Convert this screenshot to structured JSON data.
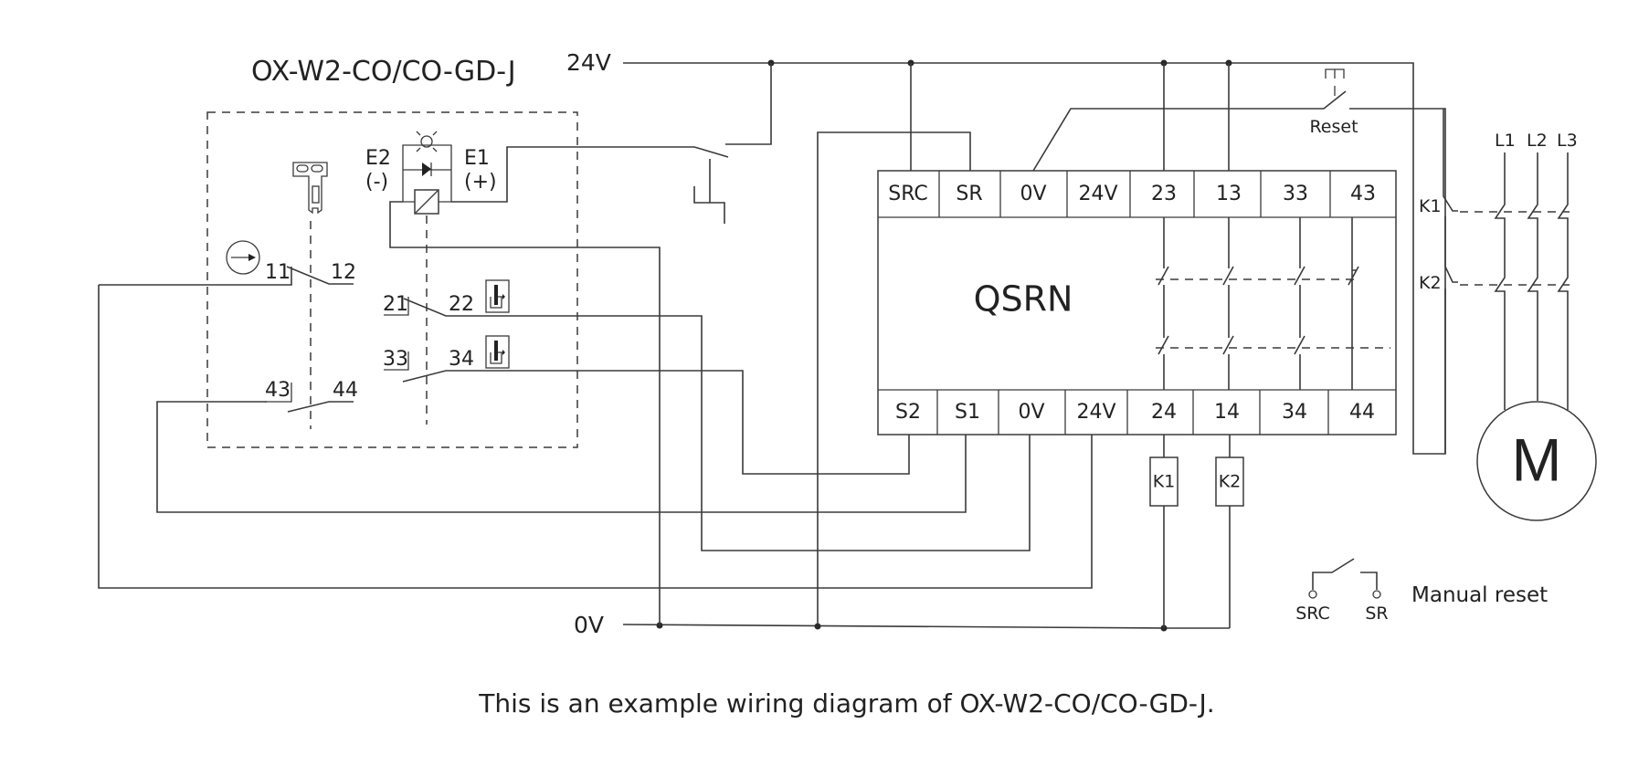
{
  "diagram": {
    "device_title": "OX-W2-CO/CO-GD-J",
    "caption": "This is an example wiring diagram of OX-W2-CO/CO-GD-J.",
    "rails": {
      "positive": "24V",
      "negative": "0V"
    },
    "switch_device": {
      "led_terminals": {
        "e2": "E2",
        "e2_polarity": "(-)",
        "e1": "E1",
        "e1_polarity": "(+)"
      },
      "contacts": [
        {
          "from": "11",
          "to": "12"
        },
        {
          "from": "21",
          "to": "22"
        },
        {
          "from": "33",
          "to": "34"
        },
        {
          "from": "43",
          "to": "44"
        }
      ]
    },
    "relay": {
      "name": "QSRN",
      "top_terminals": [
        "SRC",
        "SR",
        "0V",
        "24V",
        "23",
        "13",
        "33",
        "43"
      ],
      "bottom_terminals": [
        "S2",
        "S1",
        "0V",
        "24V",
        "24",
        "14",
        "34",
        "44"
      ]
    },
    "coils": [
      "K1",
      "K2"
    ],
    "reset_button": "Reset",
    "contactor_labels": [
      "K1",
      "K2"
    ],
    "phases": [
      "L1",
      "L2",
      "L3"
    ],
    "motor": "M",
    "manual_reset": {
      "label": "Manual reset",
      "left_terminal": "SRC",
      "right_terminal": "SR"
    }
  }
}
